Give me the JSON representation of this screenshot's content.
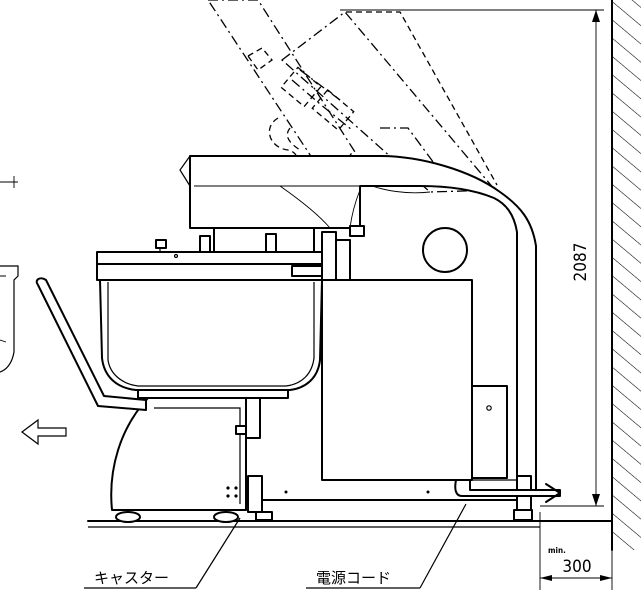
{
  "dimensions": {
    "height": "2087",
    "clearance": "300",
    "min_prefix": "min."
  },
  "labels": {
    "caster": "キャスター",
    "power_cord": "電源コード"
  }
}
